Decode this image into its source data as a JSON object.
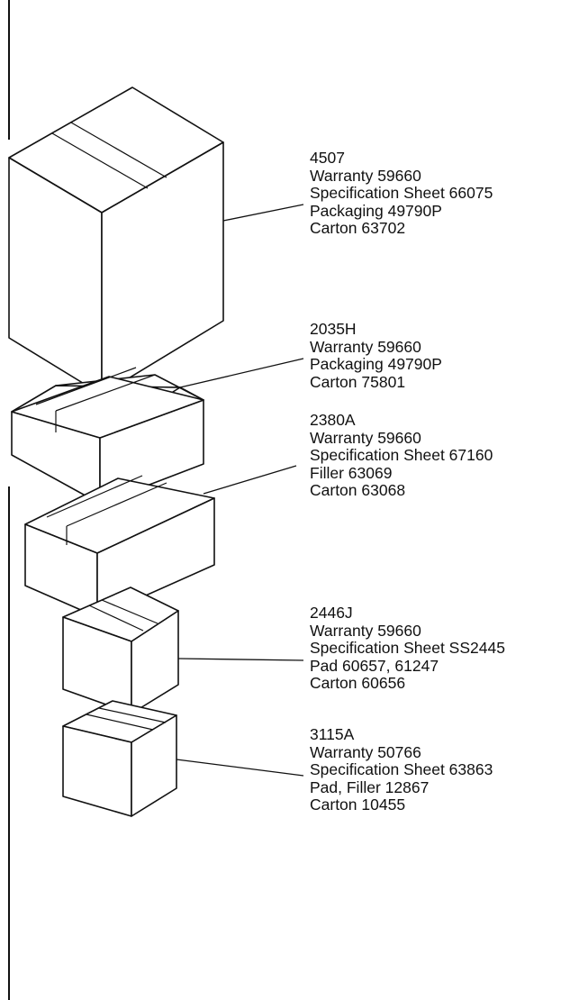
{
  "packages": [
    {
      "model": "4507",
      "parts": [
        "Warranty 59660",
        "Specification Sheet 66075",
        "Packaging 49790P",
        "Carton 63702"
      ]
    },
    {
      "model": "2035H",
      "parts": [
        "Warranty 59660",
        "Packaging 49790P",
        "Carton 75801"
      ]
    },
    {
      "model": "2380A",
      "parts": [
        "Warranty 59660",
        "Specification Sheet 67160",
        "Filler 63069",
        "Carton 63068"
      ]
    },
    {
      "model": "2446J",
      "parts": [
        "Warranty 59660",
        "Specification Sheet SS2445",
        "Pad 60657, 61247",
        "Carton 60656"
      ]
    },
    {
      "model": "3115A",
      "parts": [
        "Warranty 50766",
        "Specification Sheet 63863",
        "Pad, Filler 12867",
        "Carton 10455"
      ]
    }
  ]
}
